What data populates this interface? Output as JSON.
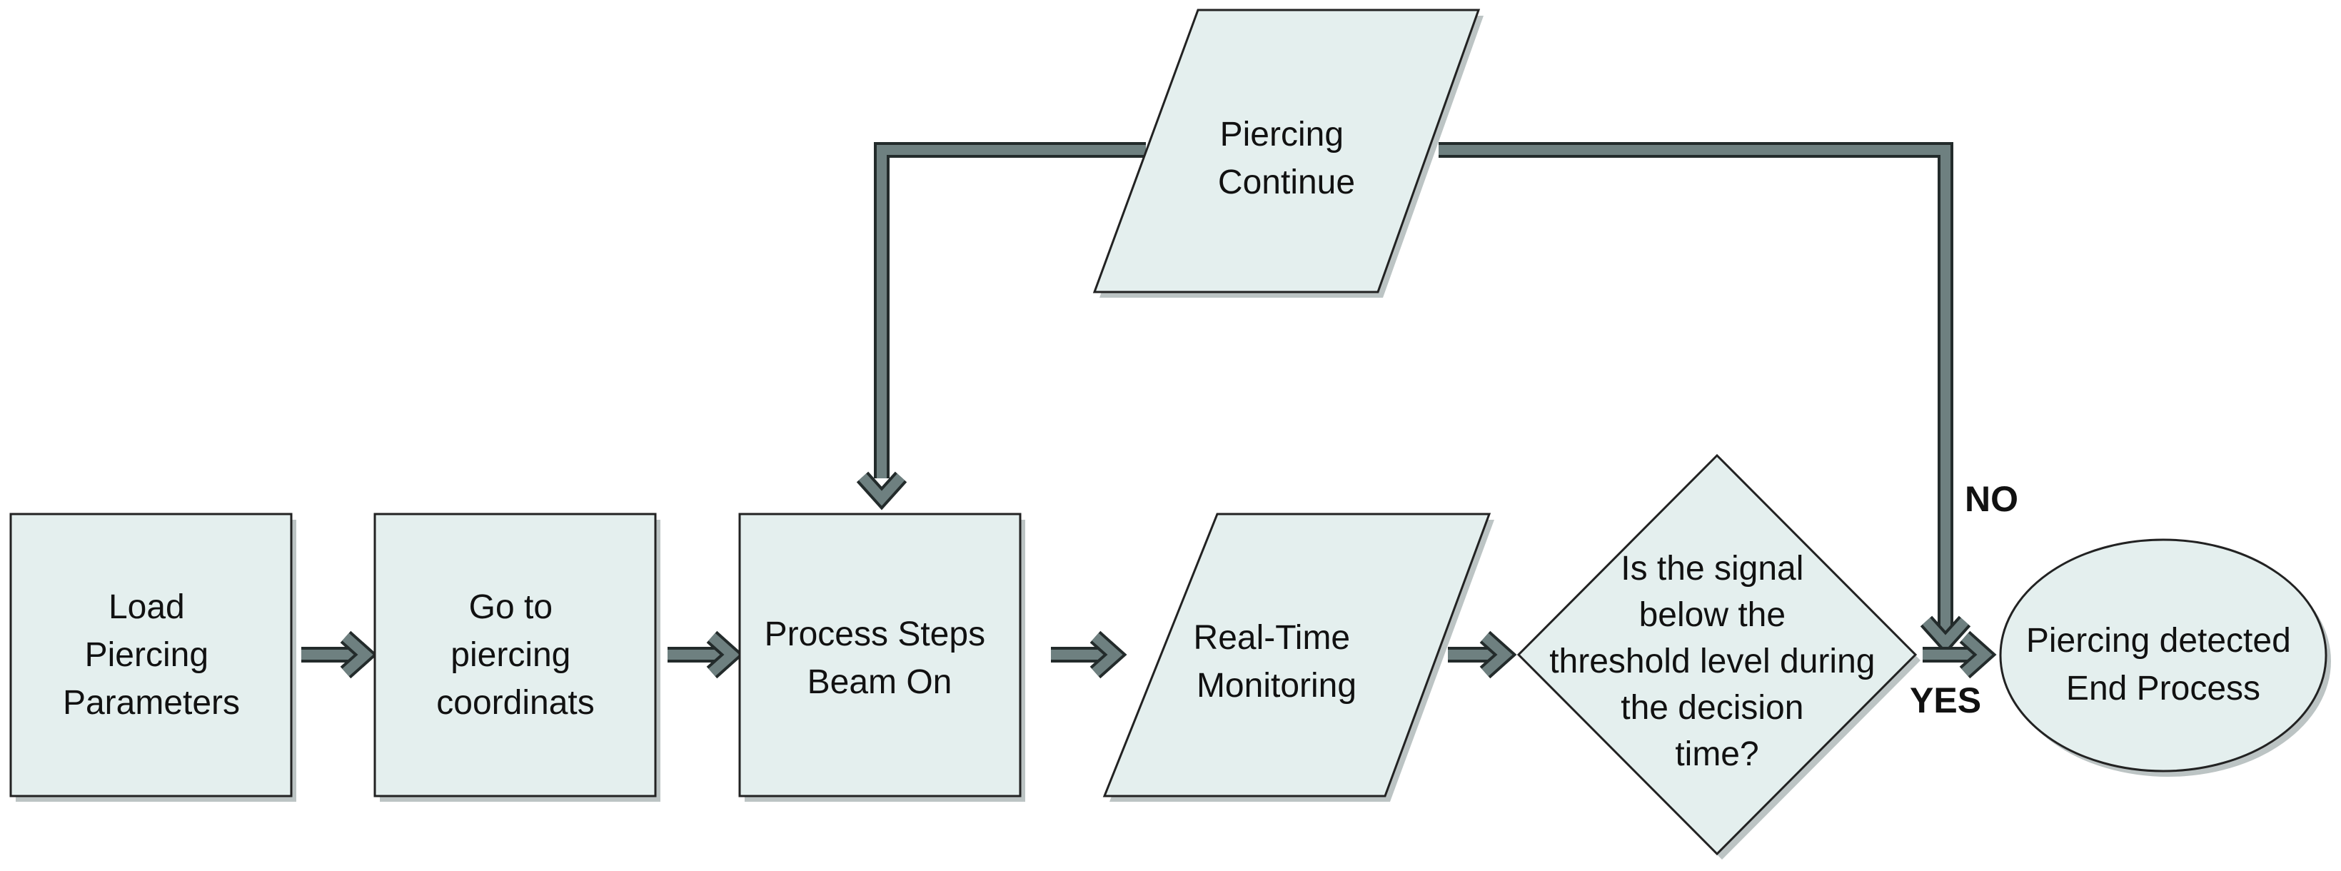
{
  "nodes": {
    "load": {
      "lines": [
        "Load",
        "Piercing",
        "Parameters"
      ]
    },
    "goto": {
      "lines": [
        "Go to",
        "piercing",
        "coordinats"
      ]
    },
    "process": {
      "lines": [
        "Process Steps",
        "Beam On"
      ]
    },
    "monitor": {
      "lines": [
        "Real-Time",
        "Monitoring"
      ]
    },
    "decision": {
      "lines": [
        "Is the signal",
        "below the",
        "threshold level during",
        "the decision",
        "time?"
      ]
    },
    "continue": {
      "lines": [
        "Piercing",
        "Continue"
      ]
    },
    "end": {
      "lines": [
        "Piercing detected",
        "End Process"
      ]
    }
  },
  "branch_labels": {
    "no": "NO",
    "yes": "YES"
  },
  "colors": {
    "node_fill": "#e4efee",
    "connector": "#6e8080",
    "connector_outline": "#232b2b"
  }
}
